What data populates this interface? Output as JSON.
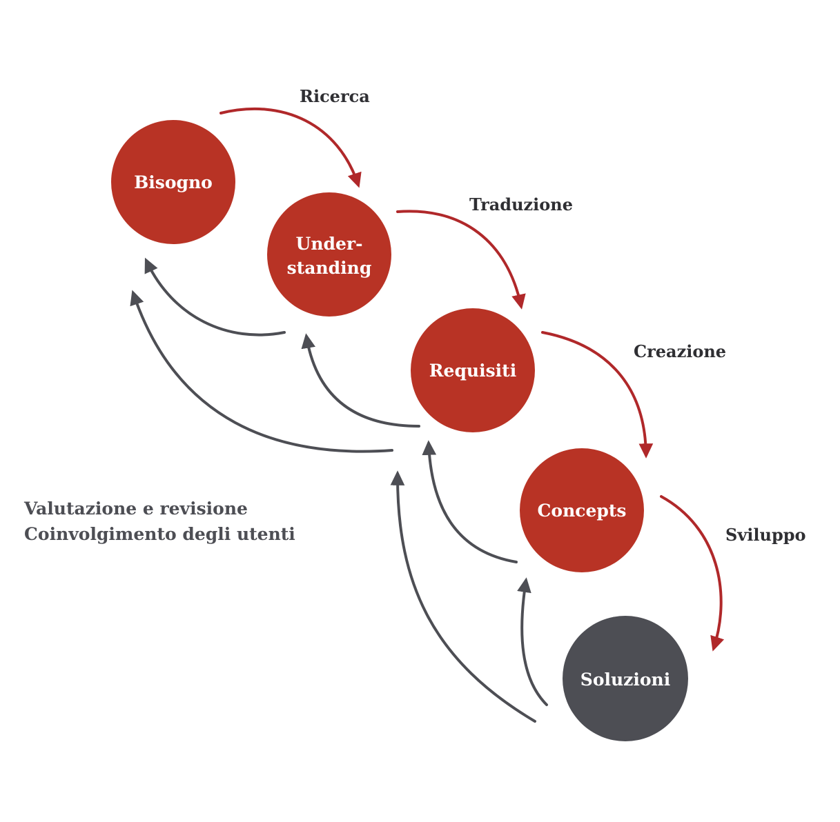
{
  "colors": {
    "node_red": "#b83325",
    "node_grey": "#4d4e54",
    "arrow_red": "#b0282a",
    "arrow_grey": "#4d4e54",
    "text_dark": "#2f2f33",
    "text_grey": "#4d4e54",
    "background": "#ffffff"
  },
  "nodes": {
    "bisogno": {
      "lines": [
        "Bisogno"
      ]
    },
    "understanding": {
      "lines": [
        "Under-",
        "standing"
      ]
    },
    "requisiti": {
      "lines": [
        "Requisiti"
      ]
    },
    "concepts": {
      "lines": [
        "Concepts"
      ]
    },
    "soluzioni": {
      "lines": [
        "Soluzioni"
      ]
    }
  },
  "steps": {
    "ricerca": "Ricerca",
    "traduzione": "Traduzione",
    "creazione": "Creazione",
    "sviluppo": "Sviluppo"
  },
  "feedback": {
    "line1": "Valutazione e revisione",
    "line2": "Coinvolgimento degli utenti"
  }
}
